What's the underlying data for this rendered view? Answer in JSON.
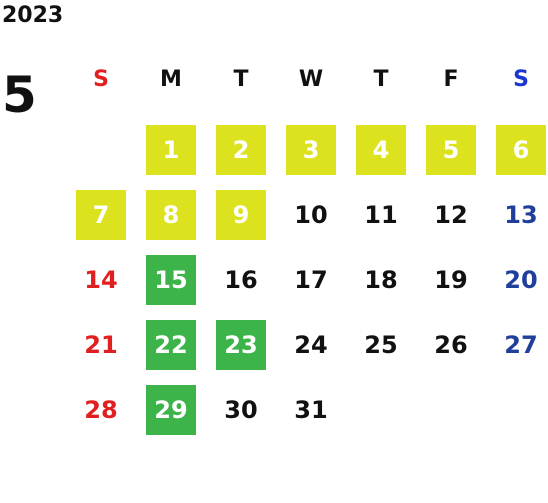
{
  "calendar": {
    "year": "2023",
    "month": "5",
    "weekdays": [
      {
        "label": "S",
        "color": "#e02020"
      },
      {
        "label": "M",
        "color": "#111111"
      },
      {
        "label": "T",
        "color": "#111111"
      },
      {
        "label": "W",
        "color": "#111111"
      },
      {
        "label": "T",
        "color": "#111111"
      },
      {
        "label": "F",
        "color": "#111111"
      },
      {
        "label": "S",
        "color": "#1a35d0"
      }
    ],
    "weeks": [
      [
        null,
        {
          "day": "1",
          "hl": "yellow"
        },
        {
          "day": "2",
          "hl": "yellow"
        },
        {
          "day": "3",
          "hl": "yellow"
        },
        {
          "day": "4",
          "hl": "yellow"
        },
        {
          "day": "5",
          "hl": "yellow"
        },
        {
          "day": "6",
          "hl": "yellow"
        }
      ],
      [
        {
          "day": "7",
          "hl": "yellow"
        },
        {
          "day": "8",
          "hl": "yellow"
        },
        {
          "day": "9",
          "hl": "yellow"
        },
        {
          "day": "10"
        },
        {
          "day": "11"
        },
        {
          "day": "12"
        },
        {
          "day": "13"
        }
      ],
      [
        {
          "day": "14"
        },
        {
          "day": "15",
          "hl": "green"
        },
        {
          "day": "16"
        },
        {
          "day": "17"
        },
        {
          "day": "18"
        },
        {
          "day": "19"
        },
        {
          "day": "20"
        }
      ],
      [
        {
          "day": "21"
        },
        {
          "day": "22",
          "hl": "green"
        },
        {
          "day": "23",
          "hl": "green"
        },
        {
          "day": "24"
        },
        {
          "day": "25"
        },
        {
          "day": "26"
        },
        {
          "day": "27"
        }
      ],
      [
        {
          "day": "28"
        },
        {
          "day": "29",
          "hl": "green"
        },
        {
          "day": "30"
        },
        {
          "day": "31"
        },
        null,
        null,
        null
      ]
    ],
    "colors": {
      "highlight_yellow": "#dde21f",
      "highlight_green": "#3db44a",
      "sunday": "#e02020",
      "saturday": "#1f3f9a"
    }
  }
}
